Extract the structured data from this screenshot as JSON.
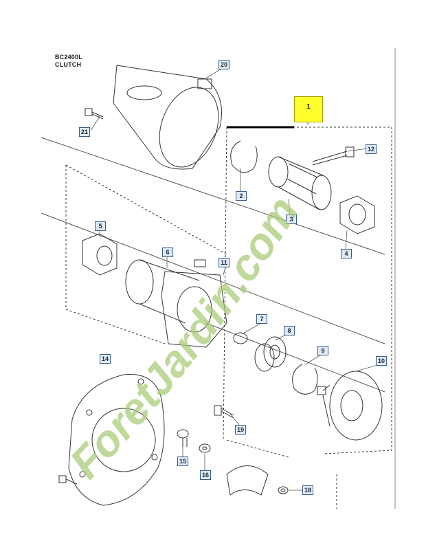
{
  "header": {
    "model": "BC2400L",
    "section": "CLUTCH"
  },
  "callouts": [
    {
      "label": "1",
      "main": true
    },
    {
      "label": "2"
    },
    {
      "label": "3"
    },
    {
      "label": "4"
    },
    {
      "label": "5"
    },
    {
      "label": "6"
    },
    {
      "label": "7"
    },
    {
      "label": "8"
    },
    {
      "label": "9"
    },
    {
      "label": "10"
    },
    {
      "label": "11"
    },
    {
      "label": "12"
    },
    {
      "label": "14"
    },
    {
      "label": "15"
    },
    {
      "label": "16"
    },
    {
      "label": "18"
    },
    {
      "label": "19"
    },
    {
      "label": "20"
    },
    {
      "label": "21"
    }
  ],
  "watermark": {
    "text": "ForetJardin.com",
    "color": "#a8cc78"
  },
  "colors": {
    "line": "#333333",
    "callout_fill": "#dfeaf6",
    "callout_border": "#3a5f8a",
    "highlight": "#ffff2e"
  }
}
